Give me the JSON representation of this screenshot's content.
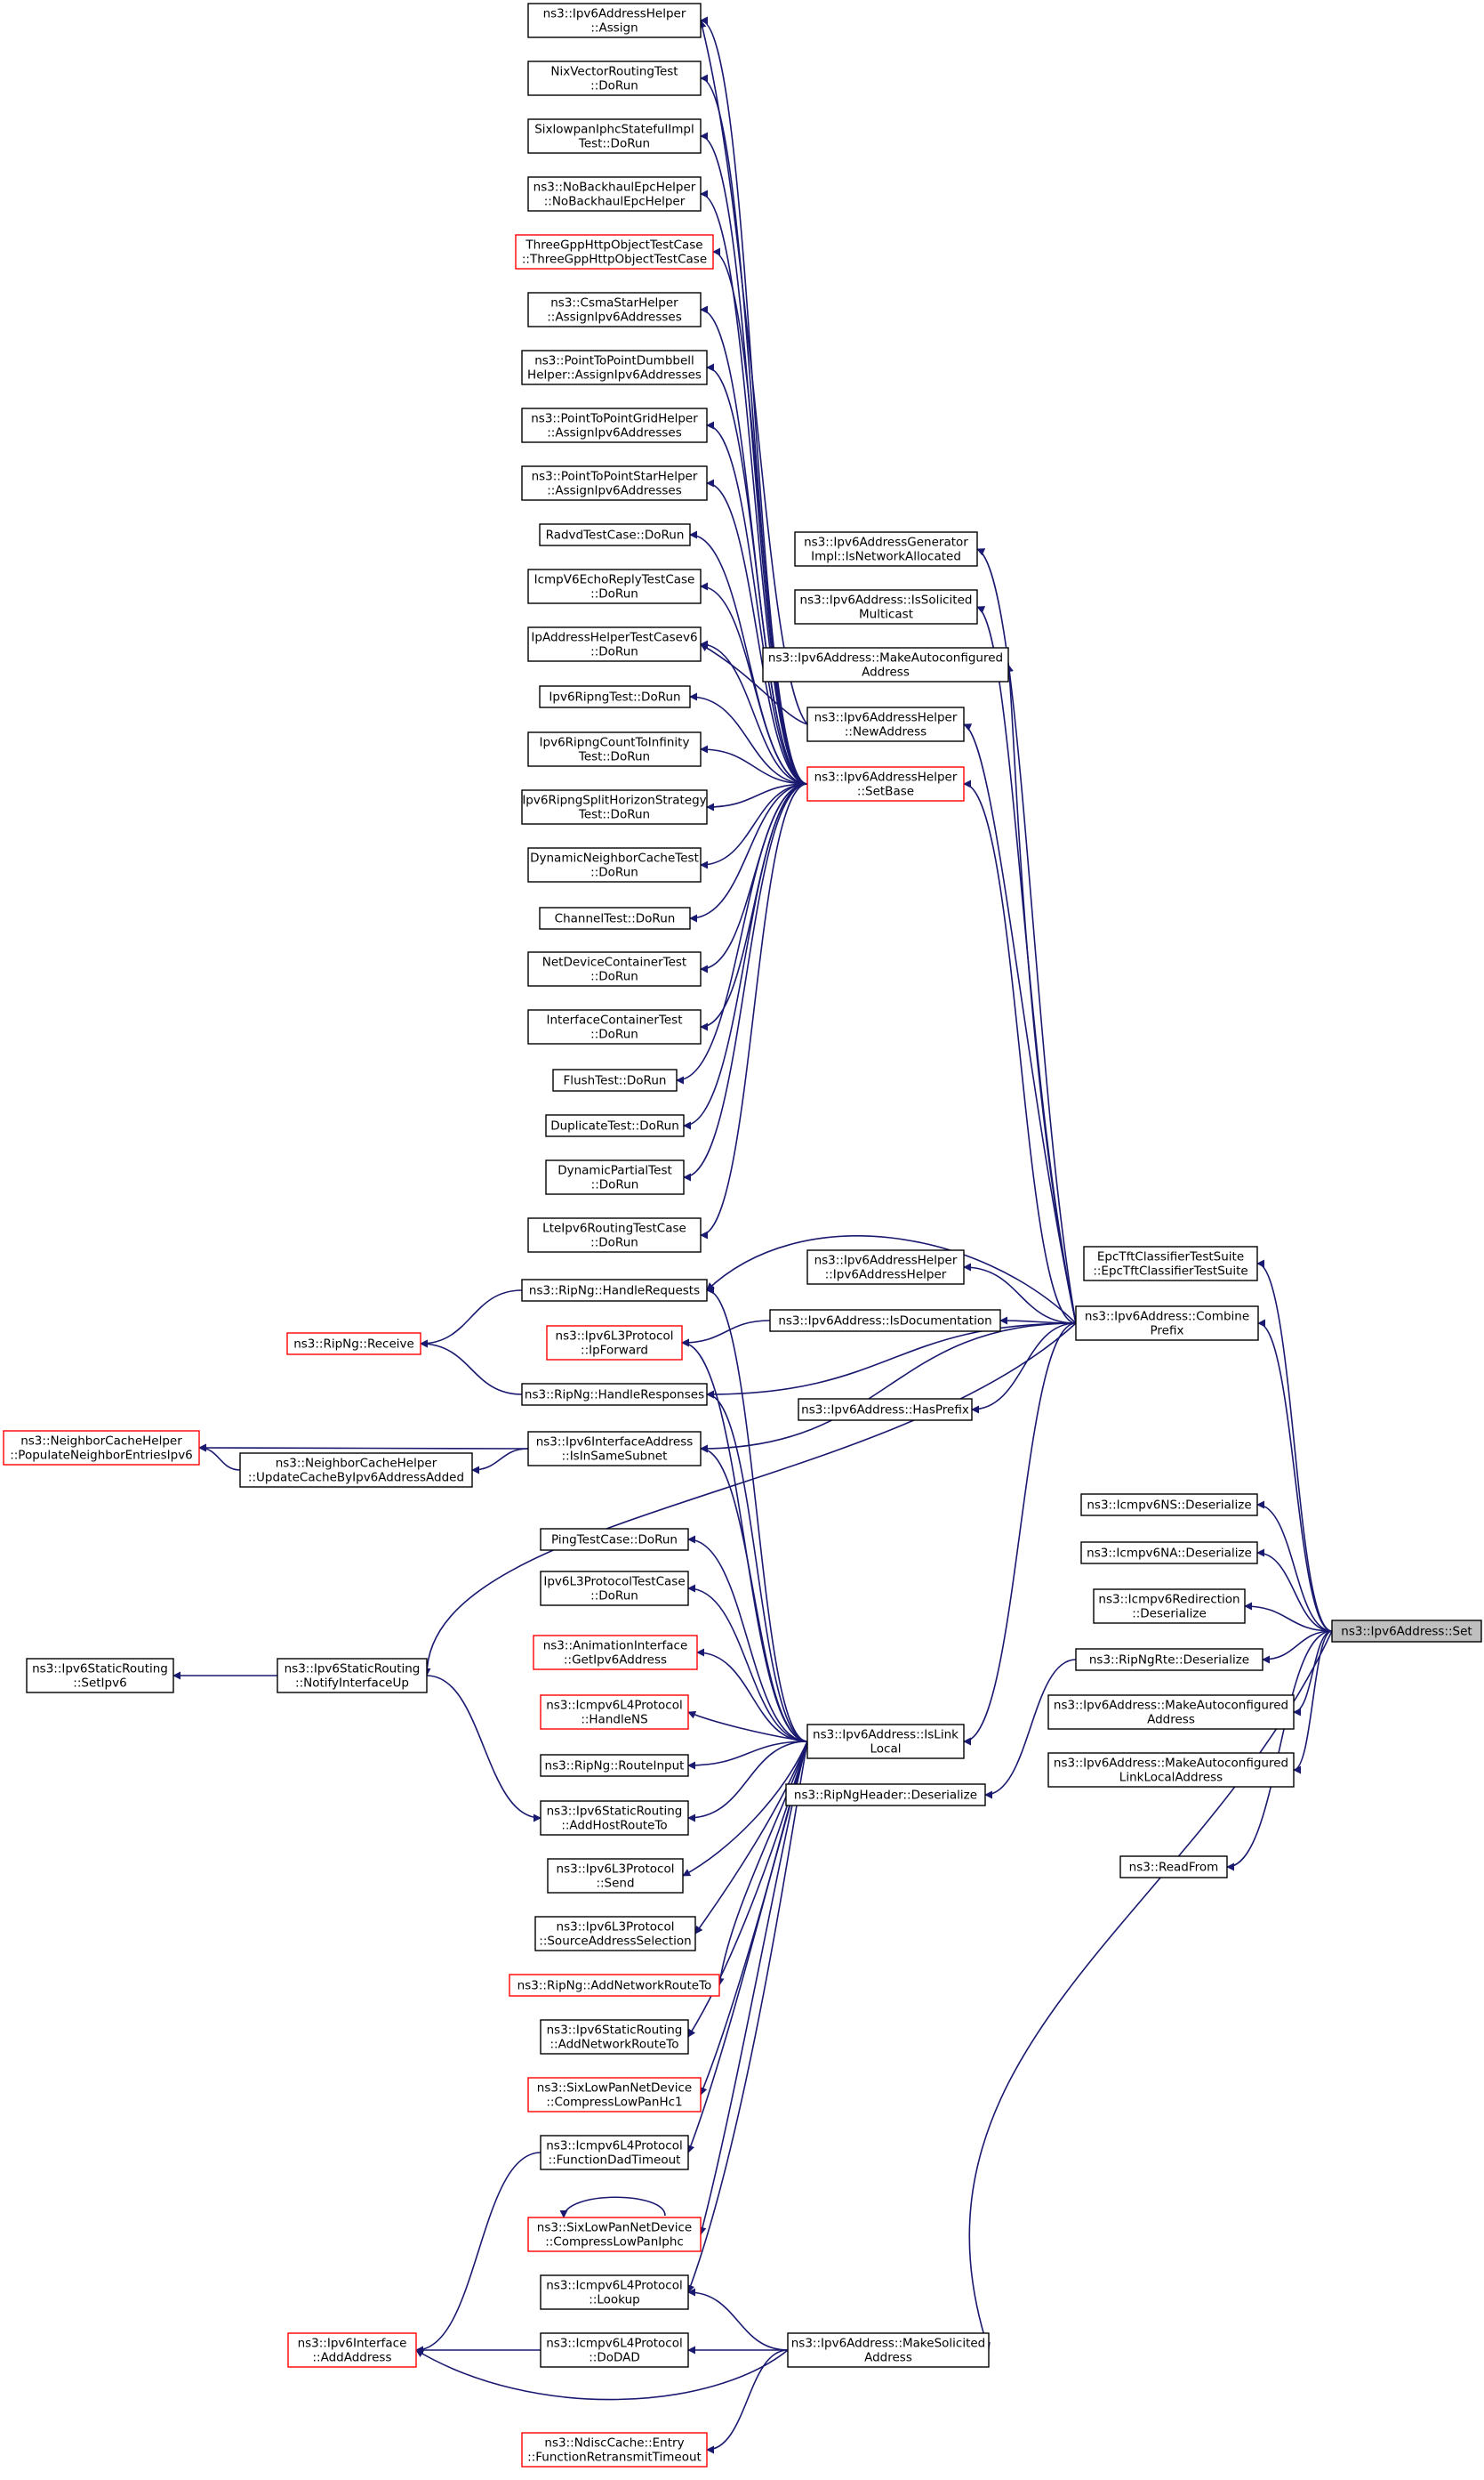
{
  "colors": {
    "edge": "#191970",
    "border": "#000000",
    "border_incomplete": "#ff0000",
    "focus_fill": "#bfbfbf"
  },
  "nodes": [
    {
      "id": "setaddr",
      "lines": [
        "ns3::Ipv6AddressHelper",
        "::Assign"
      ],
      "red": false
    },
    {
      "id": "nixv",
      "lines": [
        "NixVectorRoutingTest",
        "::DoRun"
      ],
      "red": false
    },
    {
      "id": "sixiphc",
      "lines": [
        "SixlowpanIphcStatefulImpl",
        "Test::DoRun"
      ],
      "red": false
    },
    {
      "id": "nobh",
      "lines": [
        "ns3::NoBackhaulEpcHelper",
        "::NoBackhaulEpcHelper"
      ],
      "red": false
    },
    {
      "id": "threegpp",
      "lines": [
        "ThreeGppHttpObjectTestCase",
        "::ThreeGppHttpObjectTestCase"
      ],
      "red": true
    },
    {
      "id": "csma",
      "lines": [
        "ns3::CsmaStarHelper",
        "::AssignIpv6Addresses"
      ],
      "red": false
    },
    {
      "id": "p2pdb",
      "lines": [
        "ns3::PointToPointDumbbell",
        "Helper::AssignIpv6Addresses"
      ],
      "red": false
    },
    {
      "id": "p2pgrid",
      "lines": [
        "ns3::PointToPointGridHelper",
        "::AssignIpv6Addresses"
      ],
      "red": false
    },
    {
      "id": "p2pstar",
      "lines": [
        "ns3::PointToPointStarHelper",
        "::AssignIpv6Addresses"
      ],
      "red": false
    },
    {
      "id": "radvd",
      "lines": [
        "RadvdTestCase::DoRun"
      ],
      "red": false
    },
    {
      "id": "icmpecho",
      "lines": [
        "IcmpV6EchoReplyTestCase",
        "::DoRun"
      ],
      "red": false
    },
    {
      "id": "ipaddrtest",
      "lines": [
        "IpAddressHelperTestCasev6",
        "::DoRun"
      ],
      "red": false
    },
    {
      "id": "ripngtest",
      "lines": [
        "Ipv6RipngTest::DoRun"
      ],
      "red": false
    },
    {
      "id": "ripcount",
      "lines": [
        "Ipv6RipngCountToInfinity",
        "Test::DoRun"
      ],
      "red": false
    },
    {
      "id": "ripsplit",
      "lines": [
        "Ipv6RipngSplitHorizonStrategy",
        "Test::DoRun"
      ],
      "red": false
    },
    {
      "id": "dyncache",
      "lines": [
        "DynamicNeighborCacheTest",
        "::DoRun"
      ],
      "red": false
    },
    {
      "id": "channel",
      "lines": [
        "ChannelTest::DoRun"
      ],
      "red": false
    },
    {
      "id": "netdev",
      "lines": [
        "NetDeviceContainerTest",
        "::DoRun"
      ],
      "red": false
    },
    {
      "id": "ifcont",
      "lines": [
        "InterfaceContainerTest",
        "::DoRun"
      ],
      "red": false
    },
    {
      "id": "flush",
      "lines": [
        "FlushTest::DoRun"
      ],
      "red": false
    },
    {
      "id": "dup",
      "lines": [
        "DuplicateTest::DoRun"
      ],
      "red": false
    },
    {
      "id": "dynpart",
      "lines": [
        "DynamicPartialTest",
        "::DoRun"
      ],
      "red": false
    },
    {
      "id": "lteipv6",
      "lines": [
        "LteIpv6RoutingTestCase",
        "::DoRun"
      ],
      "red": false
    },
    {
      "id": "handlereq",
      "lines": [
        "ns3::RipNg::HandleRequests"
      ],
      "red": false
    },
    {
      "id": "receive",
      "lines": [
        "ns3::RipNg::Receive"
      ],
      "red": true
    },
    {
      "id": "ipforward",
      "lines": [
        "ns3::Ipv6L3Protocol",
        "::IpForward"
      ],
      "red": true
    },
    {
      "id": "handleresp",
      "lines": [
        "ns3::RipNg::HandleResponses"
      ],
      "red": false
    },
    {
      "id": "popneigh",
      "lines": [
        "ns3::NeighborCacheHelper",
        "::PopulateNeighborEntriesIpv6"
      ],
      "red": true
    },
    {
      "id": "updcache",
      "lines": [
        "ns3::NeighborCacheHelper",
        "::UpdateCacheByIpv6AddressAdded"
      ],
      "red": false
    },
    {
      "id": "insamesub",
      "lines": [
        "ns3::Ipv6InterfaceAddress",
        "::IsInSameSubnet"
      ],
      "red": false
    },
    {
      "id": "ping",
      "lines": [
        "PingTestCase::DoRun"
      ],
      "red": false
    },
    {
      "id": "l3proto",
      "lines": [
        "Ipv6L3ProtocolTestCase",
        "::DoRun"
      ],
      "red": false
    },
    {
      "id": "anim",
      "lines": [
        "ns3::AnimationInterface",
        "::GetIpv6Address"
      ],
      "red": true
    },
    {
      "id": "handlens",
      "lines": [
        "ns3::Icmpv6L4Protocol",
        "::HandleNS"
      ],
      "red": true
    },
    {
      "id": "routeinput",
      "lines": [
        "ns3::RipNg::RouteInput"
      ],
      "red": false
    },
    {
      "id": "addhost",
      "lines": [
        "ns3::Ipv6StaticRouting",
        "::AddHostRouteTo"
      ],
      "red": false
    },
    {
      "id": "send",
      "lines": [
        "ns3::Ipv6L3Protocol",
        "::Send"
      ],
      "red": false
    },
    {
      "id": "srcsel",
      "lines": [
        "ns3::Ipv6L3Protocol",
        "::SourceAddressSelection"
      ],
      "red": false
    },
    {
      "id": "addnet",
      "lines": [
        "ns3::RipNg::AddNetworkRouteTo"
      ],
      "red": true
    },
    {
      "id": "staticaddnet",
      "lines": [
        "ns3::Ipv6StaticRouting",
        "::AddNetworkRouteTo"
      ],
      "red": false
    },
    {
      "id": "comphc1",
      "lines": [
        "ns3::SixLowPanNetDevice",
        "::CompressLowPanHc1"
      ],
      "red": true
    },
    {
      "id": "dadtimeout",
      "lines": [
        "ns3::Icmpv6L4Protocol",
        "::FunctionDadTimeout"
      ],
      "red": false
    },
    {
      "id": "compiphc",
      "lines": [
        "ns3::SixLowPanNetDevice",
        "::CompressLowPanIphc"
      ],
      "red": true
    },
    {
      "id": "lookup",
      "lines": [
        "ns3::Icmpv6L4Protocol",
        "::Lookup"
      ],
      "red": false
    },
    {
      "id": "dodad",
      "lines": [
        "ns3::Icmpv6L4Protocol",
        "::DoDAD"
      ],
      "red": false
    },
    {
      "id": "addaddr",
      "lines": [
        "ns3::Ipv6Interface",
        "::AddAddress"
      ],
      "red": true
    },
    {
      "id": "retrans",
      "lines": [
        "ns3::NdiscCache::Entry",
        "::FunctionRetransmitTimeout"
      ],
      "red": true
    },
    {
      "id": "setipv6",
      "lines": [
        "ns3::Ipv6StaticRouting",
        "::SetIpv6"
      ],
      "red": false
    },
    {
      "id": "notifyup",
      "lines": [
        "ns3::Ipv6StaticRouting",
        "::NotifyInterfaceUp"
      ],
      "red": false
    },
    {
      "id": "genalloc",
      "lines": [
        "ns3::Ipv6AddressGenerator",
        "Impl::IsNetworkAllocated"
      ],
      "red": false
    },
    {
      "id": "issolic",
      "lines": [
        "ns3::Ipv6Address::IsSolicited",
        "Multicast"
      ],
      "red": false
    },
    {
      "id": "makeauto1",
      "lines": [
        "ns3::Ipv6Address::MakeAutoconfigured",
        "Address"
      ],
      "red": false
    },
    {
      "id": "newaddr",
      "lines": [
        "ns3::Ipv6AddressHelper",
        "::NewAddress"
      ],
      "red": false
    },
    {
      "id": "setbase",
      "lines": [
        "ns3::Ipv6AddressHelper",
        "::SetBase"
      ],
      "red": true
    },
    {
      "id": "helperctor",
      "lines": [
        "ns3::Ipv6AddressHelper",
        "::Ipv6AddressHelper"
      ],
      "red": false
    },
    {
      "id": "isdoc",
      "lines": [
        "ns3::Ipv6Address::IsDocumentation"
      ],
      "red": false
    },
    {
      "id": "hasprefix",
      "lines": [
        "ns3::Ipv6Address::HasPrefix"
      ],
      "red": false
    },
    {
      "id": "islinklocal",
      "lines": [
        "ns3::Ipv6Address::IsLink",
        "Local"
      ],
      "red": false
    },
    {
      "id": "riphdr",
      "lines": [
        "ns3::RipNgHeader::Deserialize"
      ],
      "red": false
    },
    {
      "id": "makesolic",
      "lines": [
        "ns3::Ipv6Address::MakeSolicited",
        "Address"
      ],
      "red": false
    },
    {
      "id": "epctft",
      "lines": [
        "EpcTftClassifierTestSuite",
        "::EpcTftClassifierTestSuite"
      ],
      "red": false
    },
    {
      "id": "combine",
      "lines": [
        "ns3::Ipv6Address::Combine",
        "Prefix"
      ],
      "red": false
    },
    {
      "id": "icmpns",
      "lines": [
        "ns3::Icmpv6NS::Deserialize"
      ],
      "red": false
    },
    {
      "id": "icmpna",
      "lines": [
        "ns3::Icmpv6NA::Deserialize"
      ],
      "red": false
    },
    {
      "id": "icmpredir",
      "lines": [
        "ns3::Icmpv6Redirection",
        "::Deserialize"
      ],
      "red": false
    },
    {
      "id": "ripngrte",
      "lines": [
        "ns3::RipNgRte::Deserialize"
      ],
      "red": false
    },
    {
      "id": "makeauto2",
      "lines": [
        "ns3::Ipv6Address::MakeAutoconfigured",
        "Address"
      ],
      "red": false
    },
    {
      "id": "makeautoll",
      "lines": [
        "ns3::Ipv6Address::MakeAutoconfigured",
        "LinkLocalAddress"
      ],
      "red": false
    },
    {
      "id": "readfrom",
      "lines": [
        "ns3::ReadFrom"
      ],
      "red": false
    },
    {
      "id": "set",
      "lines": [
        "ns3::Ipv6Address::Set"
      ],
      "red": false,
      "focus": true
    }
  ],
  "edges": [
    [
      "setaddr",
      "setbase"
    ],
    [
      "nixv",
      "setbase"
    ],
    [
      "sixiphc",
      "setbase"
    ],
    [
      "nobh",
      "setbase"
    ],
    [
      "threegpp",
      "setbase"
    ],
    [
      "csma",
      "setbase"
    ],
    [
      "p2pdb",
      "setbase"
    ],
    [
      "p2pgrid",
      "setbase"
    ],
    [
      "p2pstar",
      "setbase"
    ],
    [
      "radvd",
      "setbase"
    ],
    [
      "icmpecho",
      "setbase"
    ],
    [
      "ipaddrtest",
      "setbase"
    ],
    [
      "ripngtest",
      "setbase"
    ],
    [
      "ripcount",
      "setbase"
    ],
    [
      "ripsplit",
      "setbase"
    ],
    [
      "dyncache",
      "setbase"
    ],
    [
      "channel",
      "setbase"
    ],
    [
      "netdev",
      "setbase"
    ],
    [
      "ifcont",
      "setbase"
    ],
    [
      "flush",
      "setbase"
    ],
    [
      "dup",
      "setbase"
    ],
    [
      "dynpart",
      "setbase"
    ],
    [
      "lteipv6",
      "setbase"
    ],
    [
      "setaddr",
      "newaddr"
    ],
    [
      "ipaddrtest",
      "newaddr"
    ],
    [
      "receive",
      "handlereq"
    ],
    [
      "receive",
      "handleresp"
    ],
    [
      "ipforward",
      "isdoc"
    ],
    [
      "popneigh",
      "insamesub"
    ],
    [
      "updcache",
      "insamesub"
    ],
    [
      "popneigh",
      "updcache"
    ],
    [
      "setipv6",
      "notifyup"
    ],
    [
      "notifyup",
      "combine"
    ],
    [
      "addhost",
      "notifyup"
    ],
    [
      "handlereq",
      "combine"
    ],
    [
      "handleresp",
      "combine"
    ],
    [
      "insamesub",
      "combine"
    ],
    [
      "genalloc",
      "combine"
    ],
    [
      "issolic",
      "combine"
    ],
    [
      "makeauto1",
      "combine"
    ],
    [
      "newaddr",
      "combine"
    ],
    [
      "setbase",
      "combine"
    ],
    [
      "helperctor",
      "combine"
    ],
    [
      "isdoc",
      "combine"
    ],
    [
      "hasprefix",
      "combine"
    ],
    [
      "islinklocal",
      "combine"
    ],
    [
      "handlereq",
      "islinklocal"
    ],
    [
      "ipforward",
      "islinklocal"
    ],
    [
      "handleresp",
      "islinklocal"
    ],
    [
      "insamesub",
      "islinklocal"
    ],
    [
      "ping",
      "islinklocal"
    ],
    [
      "l3proto",
      "islinklocal"
    ],
    [
      "anim",
      "islinklocal"
    ],
    [
      "handlens",
      "islinklocal"
    ],
    [
      "routeinput",
      "islinklocal"
    ],
    [
      "addhost",
      "islinklocal"
    ],
    [
      "send",
      "islinklocal"
    ],
    [
      "srcsel",
      "islinklocal"
    ],
    [
      "addnet",
      "islinklocal"
    ],
    [
      "staticaddnet",
      "islinklocal"
    ],
    [
      "comphc1",
      "islinklocal"
    ],
    [
      "dadtimeout",
      "islinklocal"
    ],
    [
      "compiphc",
      "islinklocal"
    ],
    [
      "lookup",
      "islinklocal"
    ],
    [
      "addaddr",
      "dadtimeout"
    ],
    [
      "addaddr",
      "dodad"
    ],
    [
      "compiphc",
      "compiphc"
    ],
    [
      "lookup",
      "makesolic"
    ],
    [
      "dodad",
      "makesolic"
    ],
    [
      "addaddr",
      "makesolic"
    ],
    [
      "retrans",
      "makesolic"
    ],
    [
      "riphdr",
      "ripngrte"
    ],
    [
      "epctft",
      "set"
    ],
    [
      "combine",
      "set"
    ],
    [
      "icmpns",
      "set"
    ],
    [
      "icmpna",
      "set"
    ],
    [
      "icmpredir",
      "set"
    ],
    [
      "ripngrte",
      "set"
    ],
    [
      "makeauto2",
      "set"
    ],
    [
      "makeautoll",
      "set"
    ],
    [
      "readfrom",
      "set"
    ],
    [
      "makesolic",
      "set"
    ]
  ]
}
